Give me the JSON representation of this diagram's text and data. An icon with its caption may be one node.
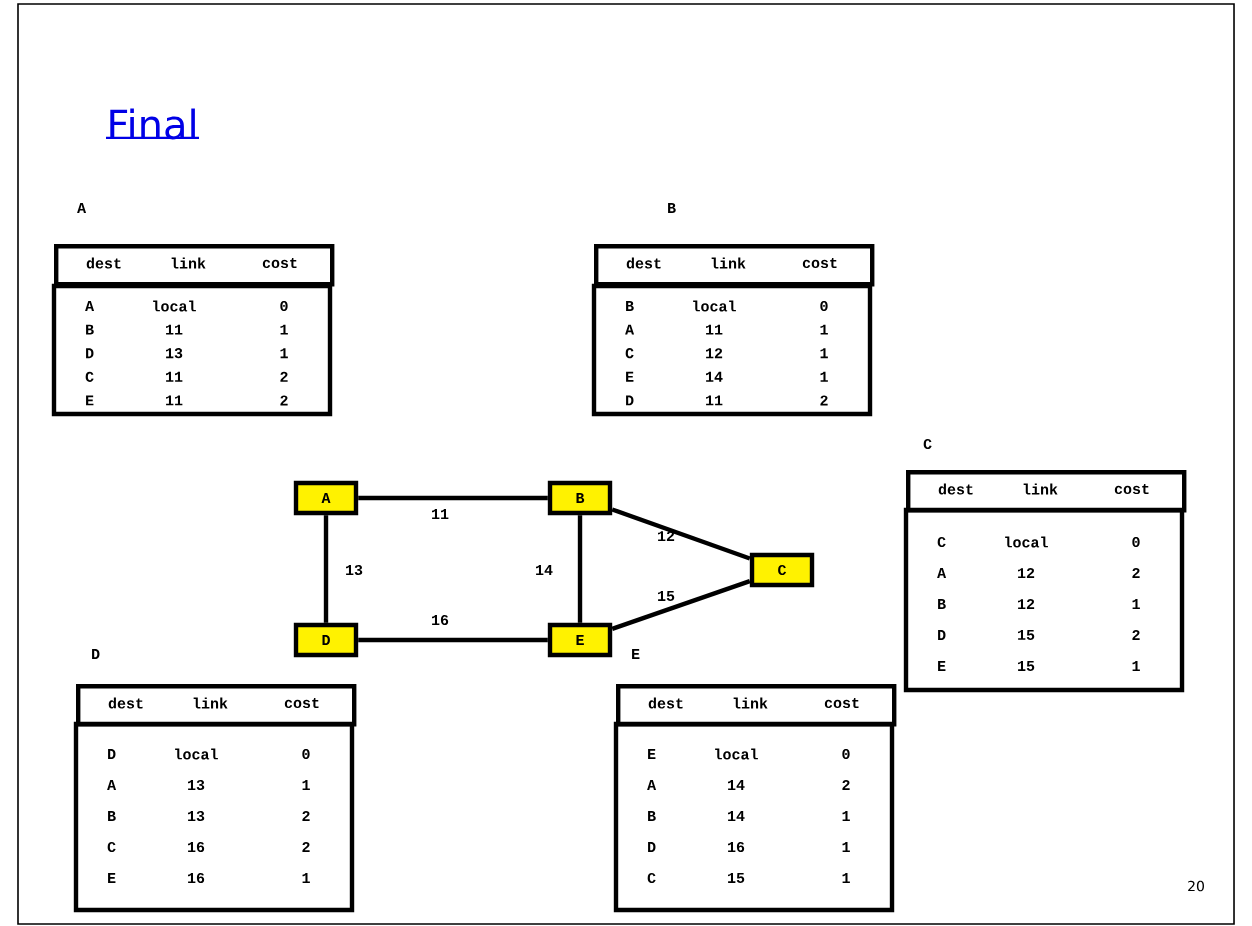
{
  "diagram": {
    "title": "Final",
    "nodes": [
      {
        "text": [
          "A"
        ]
      },
      {
        "text": [
          "B"
        ]
      },
      {
        "text": [
          "C"
        ]
      },
      {
        "text": [
          "D"
        ]
      },
      {
        "text": [
          "E"
        ]
      },
      {
        "text": [
          "A",
          "dest",
          "link",
          "cost",
          "A",
          "local",
          "0",
          "B",
          "11",
          "1",
          "D",
          "13",
          "1",
          "C",
          "11",
          "2",
          "E",
          "11",
          "2"
        ]
      },
      {
        "text": [
          "B",
          "dest",
          "link",
          "cost",
          "B",
          "local",
          "0",
          "A",
          "11",
          "1",
          "C",
          "12",
          "1",
          "E",
          "14",
          "1",
          "D",
          "11",
          "2"
        ]
      },
      {
        "text": [
          "C",
          "dest",
          "link",
          "cost",
          "C",
          "local",
          "0",
          "A",
          "12",
          "2",
          "B",
          "12",
          "1",
          "D",
          "15",
          "2",
          "E",
          "15",
          "1"
        ]
      },
      {
        "text": [
          "D",
          "dest",
          "link",
          "cost",
          "D",
          "local",
          "0",
          "A",
          "13",
          "1",
          "B",
          "13",
          "2",
          "C",
          "16",
          "2",
          "E",
          "16",
          "1"
        ]
      },
      {
        "text": [
          "E",
          "dest",
          "link",
          "cost",
          "E",
          "local",
          "0",
          "A",
          "14",
          "2",
          "B",
          "14",
          "1",
          "D",
          "16",
          "1",
          "C",
          "15",
          "1"
        ]
      }
    ],
    "edges": [
      {
        "from": 0,
        "to": 1,
        "arrow": "none",
        "label": "11"
      },
      {
        "from": 0,
        "to": 3,
        "arrow": "none",
        "label": "13"
      },
      {
        "from": 1,
        "to": 4,
        "arrow": "none",
        "label": "14"
      },
      {
        "from": 3,
        "to": 4,
        "arrow": "none",
        "label": "16"
      },
      {
        "from": 1,
        "to": 2,
        "arrow": "none",
        "label": "12"
      },
      {
        "from": 4,
        "to": 2,
        "arrow": "none",
        "label": "15"
      }
    ],
    "labels": [
      "20"
    ]
  }
}
